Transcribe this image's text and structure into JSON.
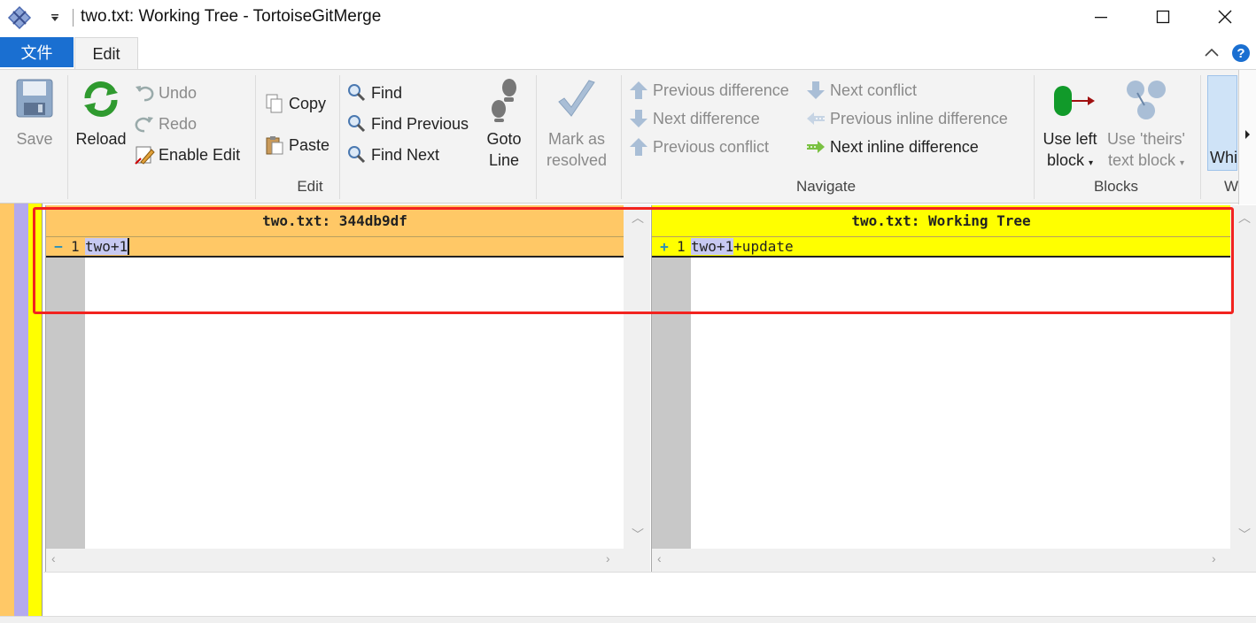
{
  "window": {
    "title": "two.txt: Working Tree - TortoiseGitMerge"
  },
  "tabs": {
    "file": "文件",
    "edit": "Edit"
  },
  "ribbon": {
    "save": "Save",
    "reload": "Reload",
    "undo": "Undo",
    "redo": "Redo",
    "enable_edit": "Enable Edit",
    "copy": "Copy",
    "paste": "Paste",
    "find": "Find",
    "find_previous": "Find Previous",
    "find_next": "Find Next",
    "goto_line_1": "Goto",
    "goto_line_2": "Line",
    "mark_resolved_1": "Mark as",
    "mark_resolved_2": "resolved",
    "edit_group": "Edit",
    "prev_difference": "Previous difference",
    "next_difference": "Next difference",
    "prev_conflict": "Previous conflict",
    "next_conflict": "Next conflict",
    "prev_inline_difference": "Previous inline difference",
    "next_inline_difference": "Next inline difference",
    "navigate_group": "Navigate",
    "use_left_block_1": "Use left",
    "use_left_block_2": "block",
    "use_theirs_block_1": "Use 'theirs'",
    "use_theirs_block_2": "text block",
    "blocks_group": "Blocks",
    "whitespace_partial": "Whi",
    "view_group_partial": "W"
  },
  "left_pane": {
    "header": "two.txt: 344db9df",
    "lines": [
      {
        "marker": "−",
        "number": "1",
        "text": "two+1"
      }
    ]
  },
  "right_pane": {
    "header": "two.txt: Working Tree",
    "lines": [
      {
        "marker": "+",
        "number": "1",
        "text_common": "two+1",
        "text_added": "+update"
      }
    ]
  },
  "colors": {
    "left_header": "#ffc866",
    "right_header": "#ffff00",
    "removed_line": "#ffc866",
    "added_line": "#ffff00",
    "accent": "#1a6fd1",
    "highlight_box": "#f2231f"
  }
}
